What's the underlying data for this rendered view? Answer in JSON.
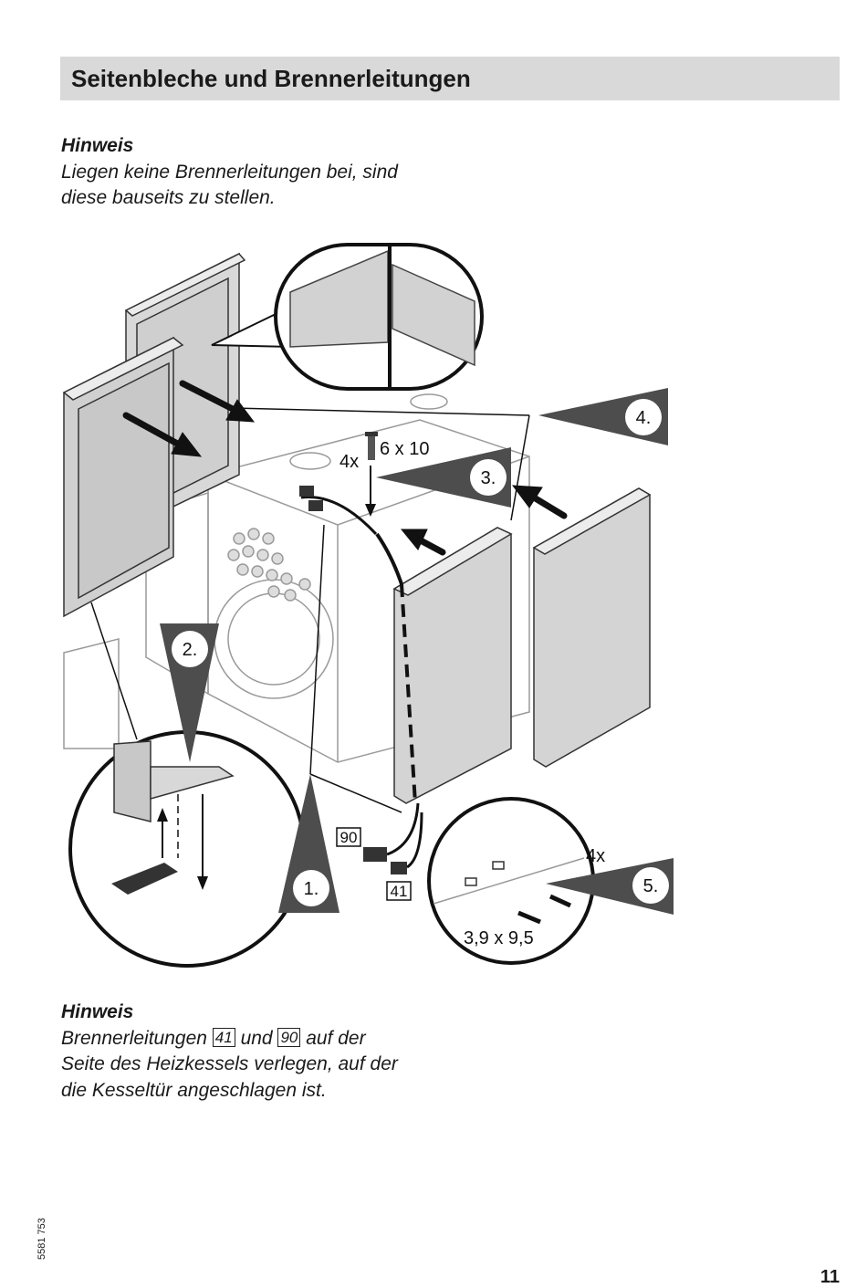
{
  "header": {
    "title": "Seitenbleche und Brennerleitungen"
  },
  "note_top": {
    "heading": "Hinweis",
    "line1": "Liegen keine Brennerleitungen bei, sind",
    "line2": "diese bauseits zu stellen."
  },
  "figure": {
    "step1": "1.",
    "step2": "2.",
    "step3": "3.",
    "step4": "4.",
    "step5": "5.",
    "screw_count_top": "4x",
    "screw_size_top": "6 x 10",
    "screw_count_bottom": "4x",
    "screw_size_bottom": "3,9 x 9,5",
    "cable_label_a": "90",
    "cable_label_b": "41"
  },
  "note_bottom": {
    "heading": "Hinweis",
    "part1": "Brennerleitungen",
    "ref1": "41",
    "part2": "und",
    "ref2": "90",
    "part3": "auf der",
    "line2": "Seite des Heizkessels verlegen, auf der",
    "line3": "die Kesseltür angeschlagen ist."
  },
  "footer": {
    "doc_number": "5581 753",
    "page_number": "11"
  }
}
